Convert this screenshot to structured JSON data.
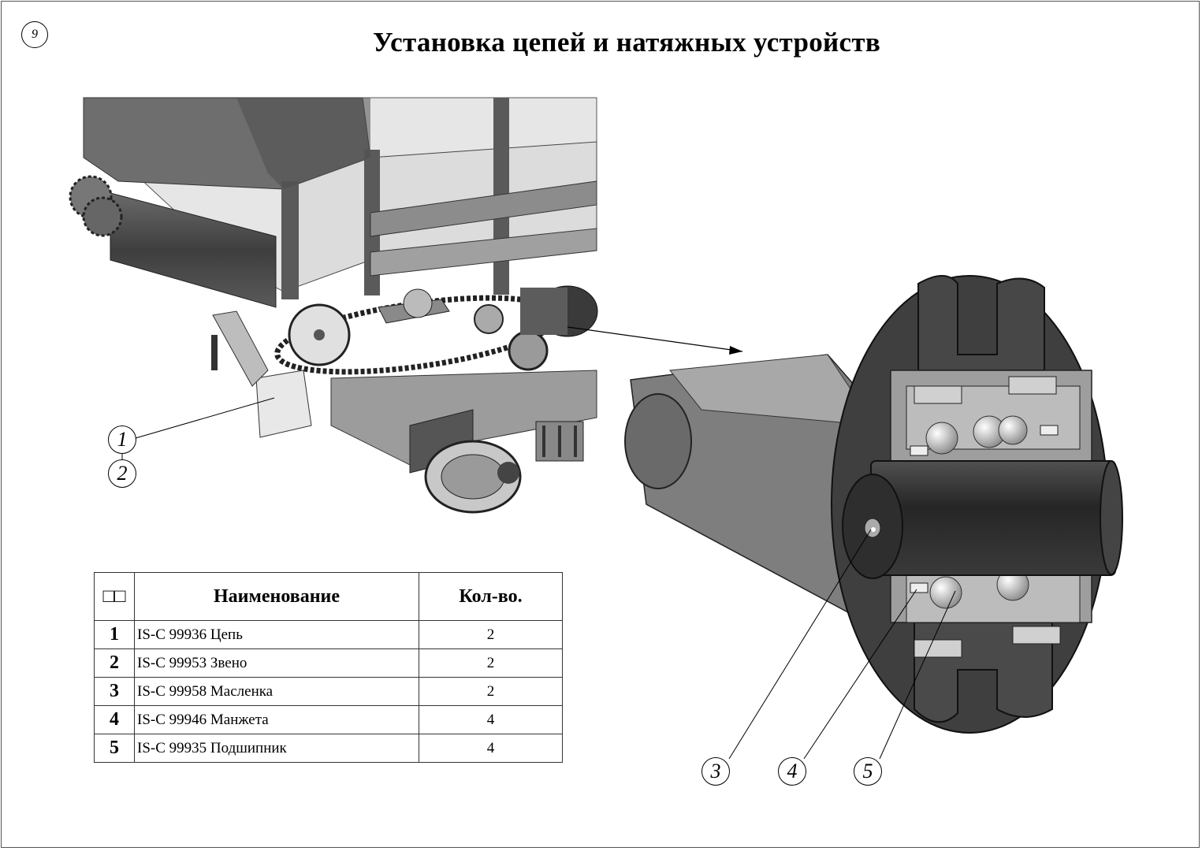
{
  "page": {
    "number": "9",
    "title": "Установка цепей и натяжных устройств"
  },
  "callouts": [
    "1",
    "2",
    "3",
    "4",
    "5"
  ],
  "table": {
    "headers": {
      "no": "□□",
      "name": "Наименование",
      "qty": "Кол-во."
    },
    "rows": [
      {
        "no": "1",
        "name": "IS-C 99936 Цепь",
        "qty": "2"
      },
      {
        "no": "2",
        "name": "IS-C 99953 Звено",
        "qty": "2"
      },
      {
        "no": "3",
        "name": "IS-C 99958 Масленка",
        "qty": "2"
      },
      {
        "no": "4",
        "name": "IS-C 99946 Манжета",
        "qty": "4"
      },
      {
        "no": "5",
        "name": "IS-C 99935 Подшипник",
        "qty": "4"
      }
    ]
  },
  "colors": {
    "ink": "#000000",
    "metal_dark": "#4a4a4a",
    "metal_mid": "#8a8a8a",
    "metal_light": "#d6d6d6"
  }
}
